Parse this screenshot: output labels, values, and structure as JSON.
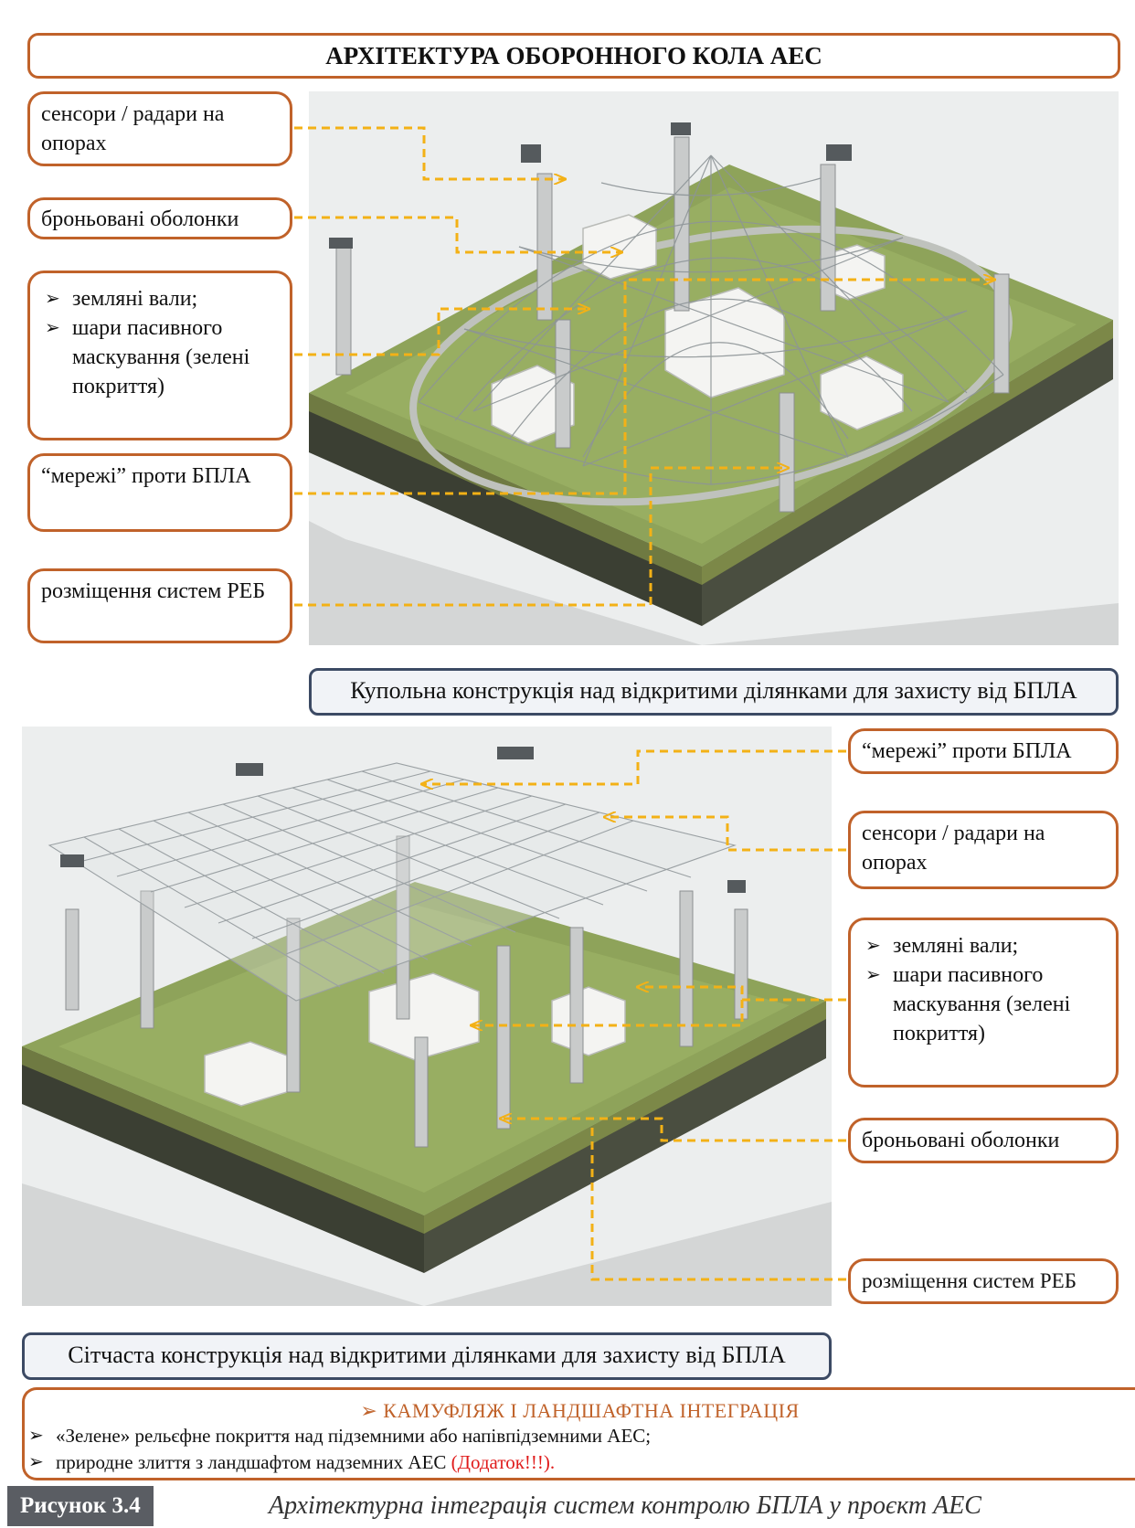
{
  "title": "АРХІТЕКТУРА ОБОРОННОГО КОЛА АЕС",
  "top_labels": {
    "sensors": "сенсори / радари на опорах",
    "armor": "броньовані оболонки",
    "earth_items": [
      "земляні вали;",
      "шари пасивного маскування (зелені покриття)"
    ],
    "nets": "“мережі” проти БПЛА",
    "reb": "розміщення систем РЕБ"
  },
  "caption_dome": "Купольна конструкція над відкритими ділянками для захисту від БПЛА",
  "bottom_labels": {
    "nets": "“мережі” проти БПЛА",
    "sensors": "сенсори / радари на опорах",
    "earth_items": [
      "земляні вали;",
      "шари пасивного маскування (зелені покриття)"
    ],
    "armor": "броньовані оболонки",
    "reb": "розміщення систем РЕБ"
  },
  "caption_grid": "Сітчаста конструкція над відкритими ділянками для захисту від БПЛА",
  "camo": {
    "heading": "КАМУФЛЯЖ І ЛАНДШАФТНА ІНТЕГРАЦІЯ",
    "item1": "«Зелене» рельєфне покриття над підземними або напівпідземними АЕС;",
    "item2_text": "природне злиття з ландшафтом надземних АЕС",
    "item2_note": "(Додаток!!!)."
  },
  "figure": {
    "label": "Рисунок 3.4",
    "caption": "Архітектурна інтеграція систем контролю БПЛА у проєкт АЕС"
  },
  "colors": {
    "accent": "#c0622a",
    "arrow": "#f3b116",
    "caption_border": "#3c4a64",
    "note": "#e01b1b"
  }
}
